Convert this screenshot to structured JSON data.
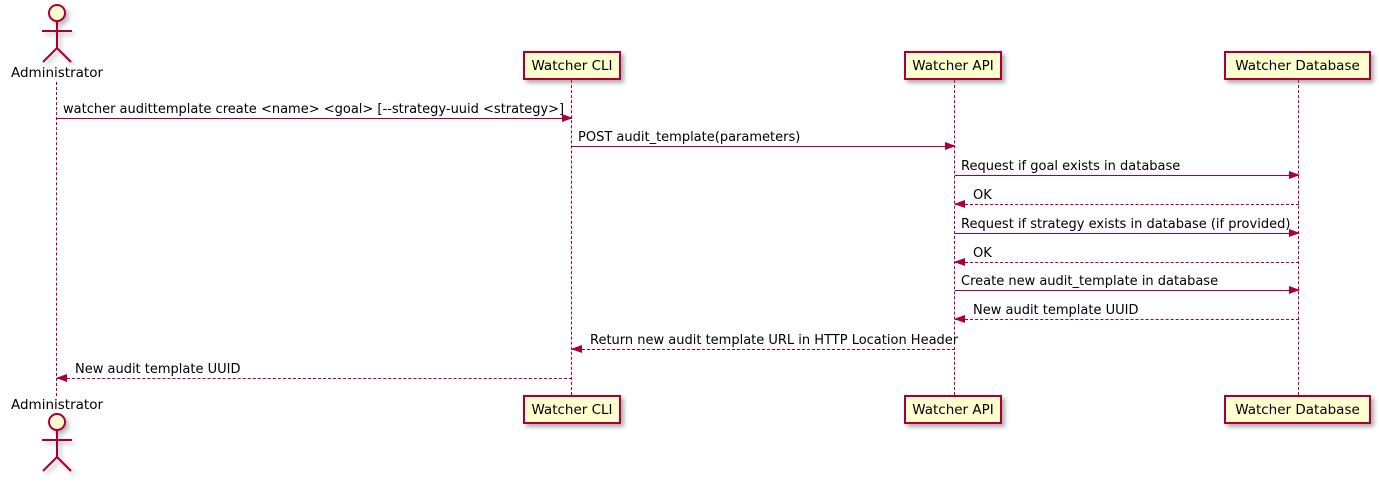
{
  "diagram": {
    "type": "sequence-diagram",
    "colors": {
      "participant_fill": "#FEFECE",
      "border": "#A80036",
      "arrow": "#A80036",
      "lifeline": "#A80036",
      "text": "#000000",
      "background": "#FFFFFF"
    },
    "actors": [
      {
        "id": "administrator",
        "label": "Administrator",
        "kind": "actor"
      },
      {
        "id": "watcher-cli",
        "label": "Watcher CLI",
        "kind": "participant"
      },
      {
        "id": "watcher-api",
        "label": "Watcher API",
        "kind": "participant"
      },
      {
        "id": "watcher-database",
        "label": "Watcher Database",
        "kind": "participant"
      }
    ],
    "messages": [
      {
        "from": "Administrator",
        "to": "Watcher CLI",
        "line": "solid",
        "text": "watcher audittemplate create <name> <goal> [--strategy-uuid <strategy>]"
      },
      {
        "from": "Watcher CLI",
        "to": "Watcher API",
        "line": "solid",
        "text": "POST audit_template(parameters)"
      },
      {
        "from": "Watcher API",
        "to": "Watcher Database",
        "line": "solid",
        "text": "Request if goal exists in database"
      },
      {
        "from": "Watcher Database",
        "to": "Watcher API",
        "line": "dashed",
        "text": "OK"
      },
      {
        "from": "Watcher API",
        "to": "Watcher Database",
        "line": "solid",
        "text": "Request if strategy exists in database (if provided)"
      },
      {
        "from": "Watcher Database",
        "to": "Watcher API",
        "line": "dashed",
        "text": "OK"
      },
      {
        "from": "Watcher API",
        "to": "Watcher Database",
        "line": "solid",
        "text": "Create new audit_template in database"
      },
      {
        "from": "Watcher Database",
        "to": "Watcher API",
        "line": "dashed",
        "text": "New audit template UUID"
      },
      {
        "from": "Watcher API",
        "to": "Watcher CLI",
        "line": "dashed",
        "text": "Return new audit template URL in HTTP Location Header"
      },
      {
        "from": "Watcher CLI",
        "to": "Administrator",
        "line": "dashed",
        "text": "New audit template UUID"
      }
    ]
  }
}
